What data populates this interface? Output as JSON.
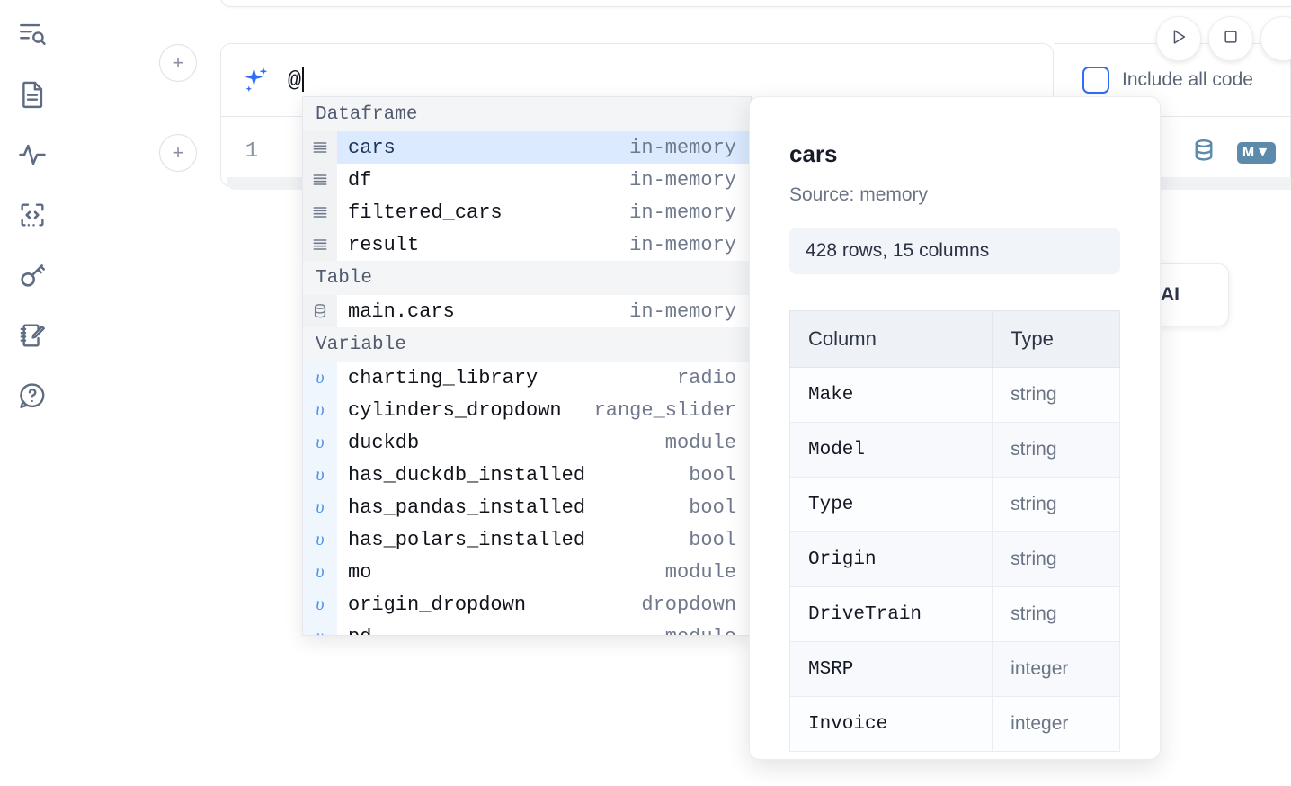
{
  "sidebar": {
    "items": [
      {
        "name": "file-explorer-icon",
        "label": "Explore files"
      },
      {
        "name": "document-icon",
        "label": "Notebook"
      },
      {
        "name": "activity-icon",
        "label": "Variables"
      },
      {
        "name": "embed-code-icon",
        "label": "Snippets"
      },
      {
        "name": "key-icon",
        "label": "Secrets"
      },
      {
        "name": "notebook-edit-icon",
        "label": "Scratchpad"
      },
      {
        "name": "help-chat-icon",
        "label": "Help"
      }
    ]
  },
  "toolbar": {
    "run_label": "Run",
    "stop_label": "Interrupt",
    "extra_label": "More",
    "include_all_code_label": "Include all code",
    "include_all_code_checked": false,
    "add_cell_label": "+"
  },
  "ai_prompt": {
    "value": "@",
    "icon": "sparkles-icon"
  },
  "code_cell": {
    "line_number": "1",
    "sql_icon": "database-icon",
    "markdown_icon": "markdown-icon",
    "markdown_badge": "M"
  },
  "ai_chip": {
    "label": "AI"
  },
  "autocomplete": {
    "groups": [
      {
        "label": "Dataframe",
        "gutter_icon": "table-rows-icon",
        "gutter_kind": "df",
        "items": [
          {
            "name": "cars",
            "kind": "in-memory",
            "selected": true
          },
          {
            "name": "df",
            "kind": "in-memory",
            "selected": false
          },
          {
            "name": "filtered_cars",
            "kind": "in-memory",
            "selected": false
          },
          {
            "name": "result",
            "kind": "in-memory",
            "selected": false
          }
        ]
      },
      {
        "label": "Table",
        "gutter_icon": "database-icon",
        "gutter_kind": "db",
        "items": [
          {
            "name": "main.cars",
            "kind": "in-memory",
            "selected": false
          }
        ]
      },
      {
        "label": "Variable",
        "gutter_icon": "upsilon-icon",
        "gutter_kind": "var",
        "items": [
          {
            "name": "charting_library",
            "kind": "radio",
            "selected": false
          },
          {
            "name": "cylinders_dropdown",
            "kind": "range_slider",
            "selected": false
          },
          {
            "name": "duckdb",
            "kind": "module",
            "selected": false
          },
          {
            "name": "has_duckdb_installed",
            "kind": "bool",
            "selected": false
          },
          {
            "name": "has_pandas_installed",
            "kind": "bool",
            "selected": false
          },
          {
            "name": "has_polars_installed",
            "kind": "bool",
            "selected": false
          },
          {
            "name": "mo",
            "kind": "module",
            "selected": false
          },
          {
            "name": "origin_dropdown",
            "kind": "dropdown",
            "selected": false
          },
          {
            "name": "pd",
            "kind": "module",
            "selected": false
          }
        ]
      }
    ]
  },
  "detail": {
    "title": "cars",
    "source": "Source: memory",
    "stats": "428 rows, 15 columns",
    "columns_header": "Column",
    "type_header": "Type",
    "rows": [
      {
        "column": "Make",
        "type": "string"
      },
      {
        "column": "Model",
        "type": "string"
      },
      {
        "column": "Type",
        "type": "string"
      },
      {
        "column": "Origin",
        "type": "string"
      },
      {
        "column": "DriveTrain",
        "type": "string"
      },
      {
        "column": "MSRP",
        "type": "integer"
      },
      {
        "column": "Invoice",
        "type": "integer"
      }
    ]
  }
}
